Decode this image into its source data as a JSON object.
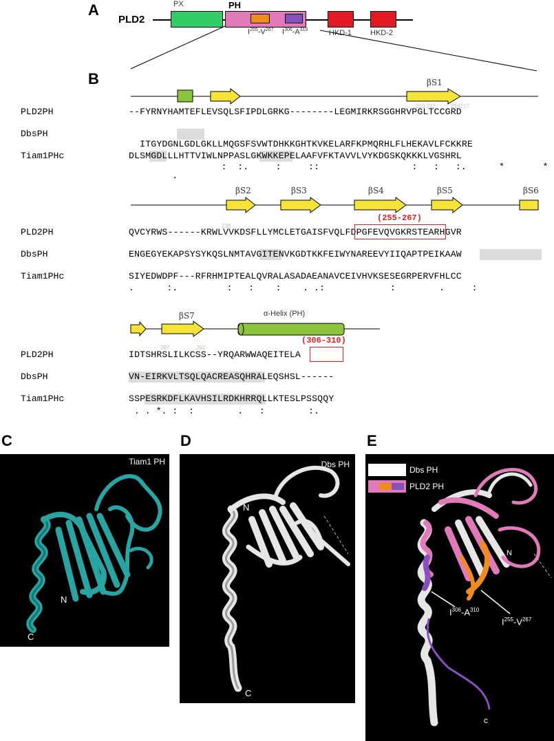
{
  "panels": {
    "A": "A",
    "B": "B",
    "C": "C",
    "D": "D",
    "E": "E"
  },
  "colors": {
    "px": "#33cc66",
    "ph": "#e07ab8",
    "orange": "#f08c1e",
    "purple": "#8a4fbf",
    "hkd": "#e21b23",
    "arrow": "#f6e33a",
    "helix": "#8cc43e",
    "highlight": "#d3d3d3",
    "red": "#e02020",
    "tiam": "#2aa3a3"
  },
  "domain_map": {
    "protein": "PLD2",
    "px_label": "PX",
    "ph_label": "PH",
    "orange_label_parts": [
      "I",
      "255",
      "-V",
      "267"
    ],
    "purple_label_parts": [
      "I",
      "306",
      "-A",
      "310"
    ],
    "hkd1_label": "HKD-1",
    "hkd2_label": "HKD-2"
  },
  "alignment": {
    "blocks": [
      {
        "ss": [
          {
            "kind": "box",
            "label": ""
          },
          {
            "kind": "arrow",
            "label": ""
          },
          {
            "kind": "arrow",
            "label": "βS1"
          }
        ],
        "rows": [
          {
            "name": "PLD2PH",
            "seq": "--FYRNYHAMTEFLEVSQLSFIPDLGRKG--------LEGMIRKRSGGHRVPGLTCCGRD"
          },
          {
            "name": "DbsPH",
            "seq": "ITGYDGNLGDLGKLLMQGSFSVWTDHKKGHTKVKELARFKPMQRHLFLHEKAVLFCKKRE"
          },
          {
            "name": "Tiam1PHc",
            "seq": "DLSMGDLLLHTTVIWLNPPASLGKWKKEPELAAFVFKTAVVLVYKDGSKQKKKLVGSHRL"
          }
        ],
        "cons1": "                 :  :.     :     ::                 :   :   :.      *       *",
        "cons2": "        .                                                                   ",
        "numbers": [
          "210 212",
          "216217"
        ]
      },
      {
        "ss": [
          {
            "kind": "arrow",
            "label": "βS2"
          },
          {
            "kind": "arrow",
            "label": "βS3"
          },
          {
            "kind": "arrow",
            "label": "βS4"
          },
          {
            "kind": "arrow",
            "label": "βS5"
          },
          {
            "kind": "arrow",
            "label": "βS6"
          }
        ],
        "rows": [
          {
            "name": "PLD2PH",
            "seq": "QVCYRWS------KRWLVVKDSFLLYMCLETGAISFVQLFDPGFEVQVGKRSTEARHGVR"
          },
          {
            "name": "DbsPH",
            "seq": "ENGEGYEKAPSYSYKQSLNMTAVGITENVKGDTKKFEIWYNAREEVYIIQAPTPEIKAAW"
          },
          {
            "name": "Tiam1PHc",
            "seq": "SIYEDWDPF---RFRHMIPTEALQVRALASADAEANAVCEIVHVKSESEGRPERVFHLCC"
          }
        ],
        "cons1": ".      :.         :   :    :    . .:            :        .     :",
        "red_label": "(255-267)",
        "numbers": [
          "238"
        ]
      },
      {
        "ss": [
          {
            "kind": "arrow",
            "label": ""
          },
          {
            "kind": "arrow",
            "label": "βS7"
          },
          {
            "kind": "helix",
            "label": "α-Helix (PH)"
          }
        ],
        "rows": [
          {
            "name": "PLD2PH",
            "seq": "IDTSHRSLILKCSS--YRQARWWAQEITELA"
          },
          {
            "name": "DbsPH",
            "seq": "VN-EIRKVLTSQLQACREASQHRALEQSHSL------"
          },
          {
            "name": "Tiam1PHc",
            "seq": "SSPESRKDFLKAVHSILRDKHRRQLLKTESLPSSQQY"
          }
        ],
        "cons1": " . . *. :  :        .   :        :.",
        "red_label": "(306-310)",
        "numbers": [
          "287",
          "292"
        ]
      }
    ]
  },
  "structures": {
    "tiam_title": "Tiam1 PH",
    "dbs_title": "Dbs PH",
    "legend_dbs": "Dbs PH",
    "legend_pld2": "PLD2 PH",
    "n_label": "N",
    "c_label": "C",
    "c_label_lower": "c",
    "e_label1_parts": [
      "I",
      "306",
      "-A",
      "310"
    ],
    "e_label2_parts": [
      "I",
      "255",
      "-V",
      "267"
    ]
  }
}
